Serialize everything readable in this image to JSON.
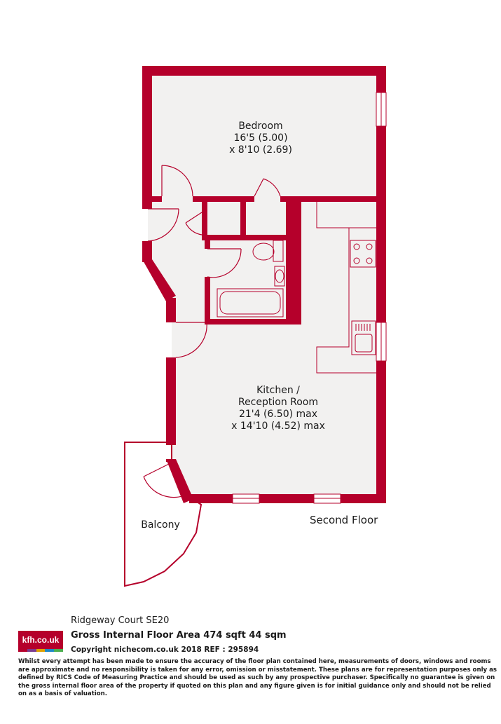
{
  "colors": {
    "wall": "#b5002b",
    "floor": "#f2f1f0",
    "fixture_line": "#b5002b"
  },
  "rooms": {
    "bedroom": {
      "name": "Bedroom",
      "dim1": "16'5 (5.00)",
      "dim2": "x 8'10 (2.69)"
    },
    "kitchen": {
      "name1": "Kitchen /",
      "name2": "Reception Room",
      "dim1": "21'4 (6.50) max",
      "dim2": "x 14'10 (4.52) max"
    },
    "balcony": {
      "name": "Balcony"
    }
  },
  "floor_label": "Second Floor",
  "footer": {
    "logo_text": "kfh.co.uk",
    "logo_bar_colors": [
      "#b5002b",
      "#7a3b8f",
      "#e0a100",
      "#1e88c7",
      "#4caf50"
    ],
    "address": "Ridgeway Court  SE20",
    "gia": "Gross Internal Floor Area 474 sqft 44 sqm",
    "copyright": "Copyright nichecom.co.uk 2018 REF : 295894",
    "disclaimer": "Whilst every attempt has been made to ensure the accuracy of the floor plan contained here, measurements of doors, windows and rooms are approximate and no responsibility is taken for any error, omission or misstatement.  These plans are for representation purposes only as defined by RICS Code of Measuring Practice and should be used as such by any prospective purchaser.  Specifically no guarantee is given on the gross internal floor area of the property if quoted on this plan and any figure given is for initial guidance only and should not be relied on as a basis of valuation."
  }
}
